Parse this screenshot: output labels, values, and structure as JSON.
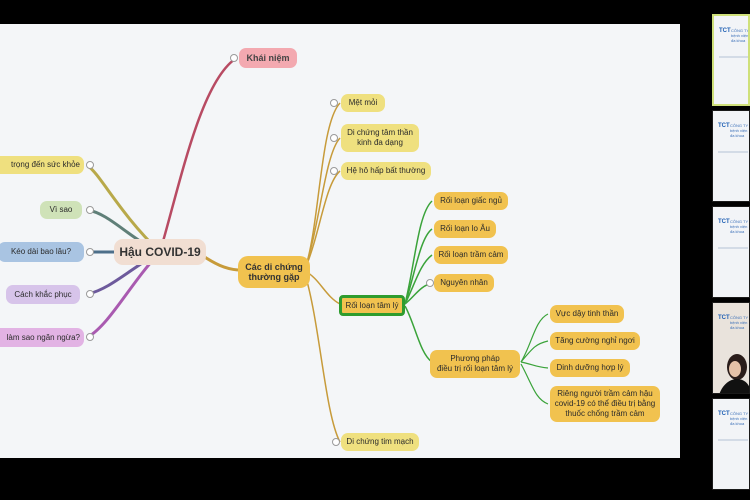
{
  "mindmap": {
    "root": "Hậu COVID-19",
    "left_branches": [
      "trọng đến sức khỏe",
      "Vì sao",
      "Kéo dài bao lâu?",
      "Cách khắc phục",
      "làm sao ngăn ngừa?"
    ],
    "top_branch": "Khái niệm",
    "main_branch": "Các di chứng\nthường gặp",
    "symptoms": [
      "Mệt mỏi",
      "Di chứng tâm thần\nkinh đa dạng",
      "Hệ hô hấp bất thường"
    ],
    "selected": "Rối loạn tâm lý",
    "disorders": [
      "Rối loạn giấc ngủ",
      "Rối loạn lo Âu",
      "Rối loạn trầm cảm",
      "Nguyên nhân"
    ],
    "method": "Phương pháp\nđiều trị rối loạn tâm lý",
    "treatments": [
      "Vực dậy tinh thần",
      "Tăng cường nghỉ ngơi",
      "Dinh dưỡng hợp lý",
      "Riêng người trầm cảm hậu\ncovid-19 có thể điều trị bằng\nthuốc chống trầm cảm"
    ],
    "cardio": "Di chứng tim mạch"
  },
  "participants": [
    {
      "logo": "TCT",
      "caption": "CÔNG TY\nbệnh viện\nđa khoa"
    },
    {
      "logo": "TCT",
      "caption": "CÔNG TY\nbệnh viện\nđa khoa"
    },
    {
      "logo": "TCT",
      "caption": "CÔNG TY\nbệnh viện\nđa khoa"
    },
    {
      "logo": "TCT",
      "caption": "CÔNG TY\nbệnh viện\nđa khoa"
    },
    {
      "logo": "TCT",
      "caption": "CÔNG TY\nbệnh viện\nđa khoa"
    }
  ],
  "colors": {
    "background": "#000000",
    "canvas": "#f4f6f8",
    "selected_border": "#2e9c2e",
    "active_tile_border": "#cfe07a"
  }
}
